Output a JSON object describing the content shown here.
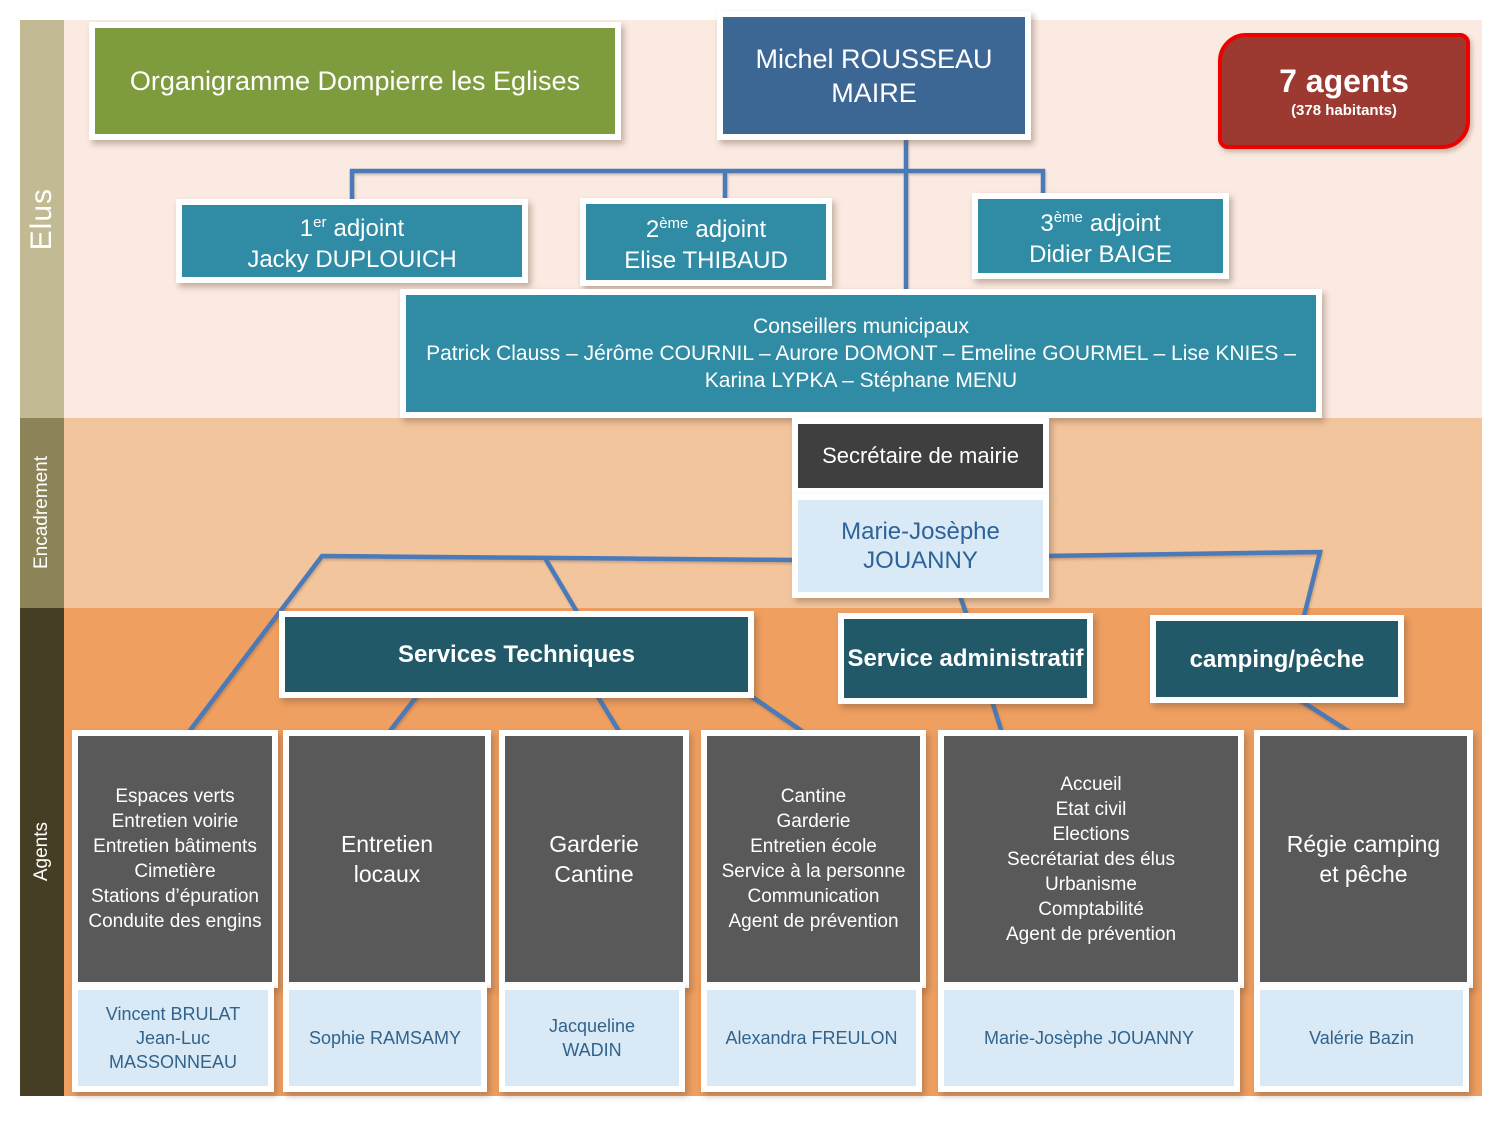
{
  "colors": {
    "accent_line": "#4b7ab9",
    "band_elus": "#faeae1",
    "band_encadrement": "#f3c59d",
    "band_agents": "#ef9f60",
    "teal": "#2f8ca4",
    "dark_teal": "#215968",
    "green": "#7e9c3e",
    "mayor_blue": "#3c6795",
    "badge_fill": "#9c3a31",
    "badge_border": "#ec0000",
    "gray_box": "#595959",
    "light_blue": "#d9e9f5"
  },
  "sidebar": {
    "elus": "Elus",
    "encadrement": "Encadrement",
    "agents": "Agents"
  },
  "header": {
    "title": "Organigramme Dompierre les Eglises",
    "mayor": {
      "line1": "Michel ROUSSEAU",
      "line2": "MAIRE"
    },
    "badge": {
      "title": "7 agents",
      "subtitle": "(378 habitants)"
    }
  },
  "elus": {
    "adjoints": [
      {
        "num": "1",
        "sup": "er",
        "word": "adjoint",
        "name": "Jacky DUPLOUICH"
      },
      {
        "num": "2",
        "sup": "ème",
        "word": "adjoint",
        "name": "Elise THIBAUD"
      },
      {
        "num": "3",
        "sup": "ème",
        "word": "adjoint",
        "name": "Didier BAIGE"
      }
    ],
    "conseillers": {
      "title": "Conseillers municipaux",
      "names": "Patrick Clauss – Jérôme COURNIL – Aurore DOMONT – Emeline GOURMEL – Lise KNIES – Karina LYPKA – Stéphane MENU"
    }
  },
  "encadrement": {
    "role": "Secrétaire de mairie",
    "name": "Marie-Josèphe JOUANNY"
  },
  "services": {
    "techniques": "Services Techniques",
    "administratif": "Service administratif",
    "camping": "camping/pêche"
  },
  "agents": [
    {
      "tasks": "Espaces verts\nEntretien voirie\nEntretien bâtiments\nCimetière\nStations d’épuration\nConduite des engins",
      "names": "Vincent BRULAT\nJean-Luc MASSONNEAU"
    },
    {
      "tasks": "Entretien\nlocaux",
      "names": "Sophie RAMSAMY"
    },
    {
      "tasks": "Garderie\nCantine",
      "names": "Jacqueline\nWADIN"
    },
    {
      "tasks": "Cantine\nGarderie\nEntretien école\nService à la personne\nCommunication\nAgent de prévention",
      "names": "Alexandra FREULON"
    },
    {
      "tasks": "Accueil\nEtat civil\nElections\nSecrétariat des élus\nUrbanisme\nComptabilité\nAgent de prévention",
      "names": "Marie-Josèphe JOUANNY"
    },
    {
      "tasks": "Régie camping\net pêche",
      "names": "Valérie Bazin"
    }
  ]
}
